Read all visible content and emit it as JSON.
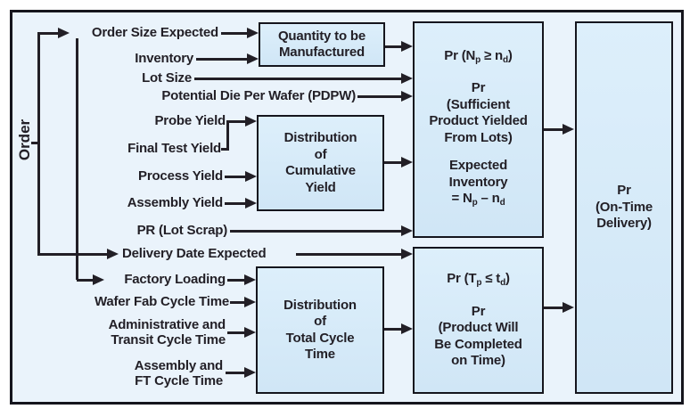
{
  "order_label": "Order",
  "inputs": [
    {
      "label": "Order Size Expected"
    },
    {
      "label": "Inventory"
    },
    {
      "label": "Lot Size"
    },
    {
      "label": "Potential Die Per Wafer (PDPW)"
    },
    {
      "label": "Probe Yield"
    },
    {
      "label": "Final Test Yield"
    },
    {
      "label": "Process Yield"
    },
    {
      "label": "Assembly Yield"
    },
    {
      "label": "PR (Lot Scrap)"
    },
    {
      "label": "Delivery Date Expected"
    },
    {
      "label": "Factory Loading"
    },
    {
      "label": "Wafer Fab Cycle Time"
    },
    {
      "label": "Administrative and\nTransit Cycle Time"
    },
    {
      "label": "Assembly and\nFT Cycle Time"
    }
  ],
  "process_boxes": {
    "quantity": {
      "line1": "Quantity to be",
      "line2": "Manufactured"
    },
    "cumulative_yield": {
      "line1": "Distribution",
      "line2": "of",
      "line3": "Cumulative",
      "line4": "Yield"
    },
    "total_cycle": {
      "line1": "Distribution",
      "line2": "of",
      "line3": "Total Cycle",
      "line4": "Time"
    }
  },
  "pr_boxes": {
    "yield": {
      "formula": {
        "pre": "Pr (N",
        "sub1": "p",
        "mid": " ≥ n",
        "sub2": "d",
        "post": ")"
      },
      "desc1": "Pr",
      "desc2": "(Sufficient",
      "desc3": "Product Yielded",
      "desc4": "From Lots)",
      "inv1": "Expected",
      "inv2": "Inventory",
      "inv_formula": {
        "pre": "= N",
        "sub1": "p",
        "mid": " – n",
        "sub2": "d",
        "post": ""
      }
    },
    "time": {
      "formula": {
        "pre": "Pr (T",
        "sub1": "p",
        "mid": " ≤ t",
        "sub2": "d",
        "post": ")"
      },
      "desc1": "Pr",
      "desc2": "(Product Will",
      "desc3": "Be Completed",
      "desc4": "on Time)"
    },
    "delivery": {
      "line1": "Pr",
      "line2": "(On-Time",
      "line3": "Delivery)"
    }
  },
  "colors": {
    "page_background": "#ffffff",
    "diagram_background": "#eaf3fb",
    "box_fill": "#d6eaf8",
    "border": "#15151d",
    "line_and_text": "#221f26"
  }
}
